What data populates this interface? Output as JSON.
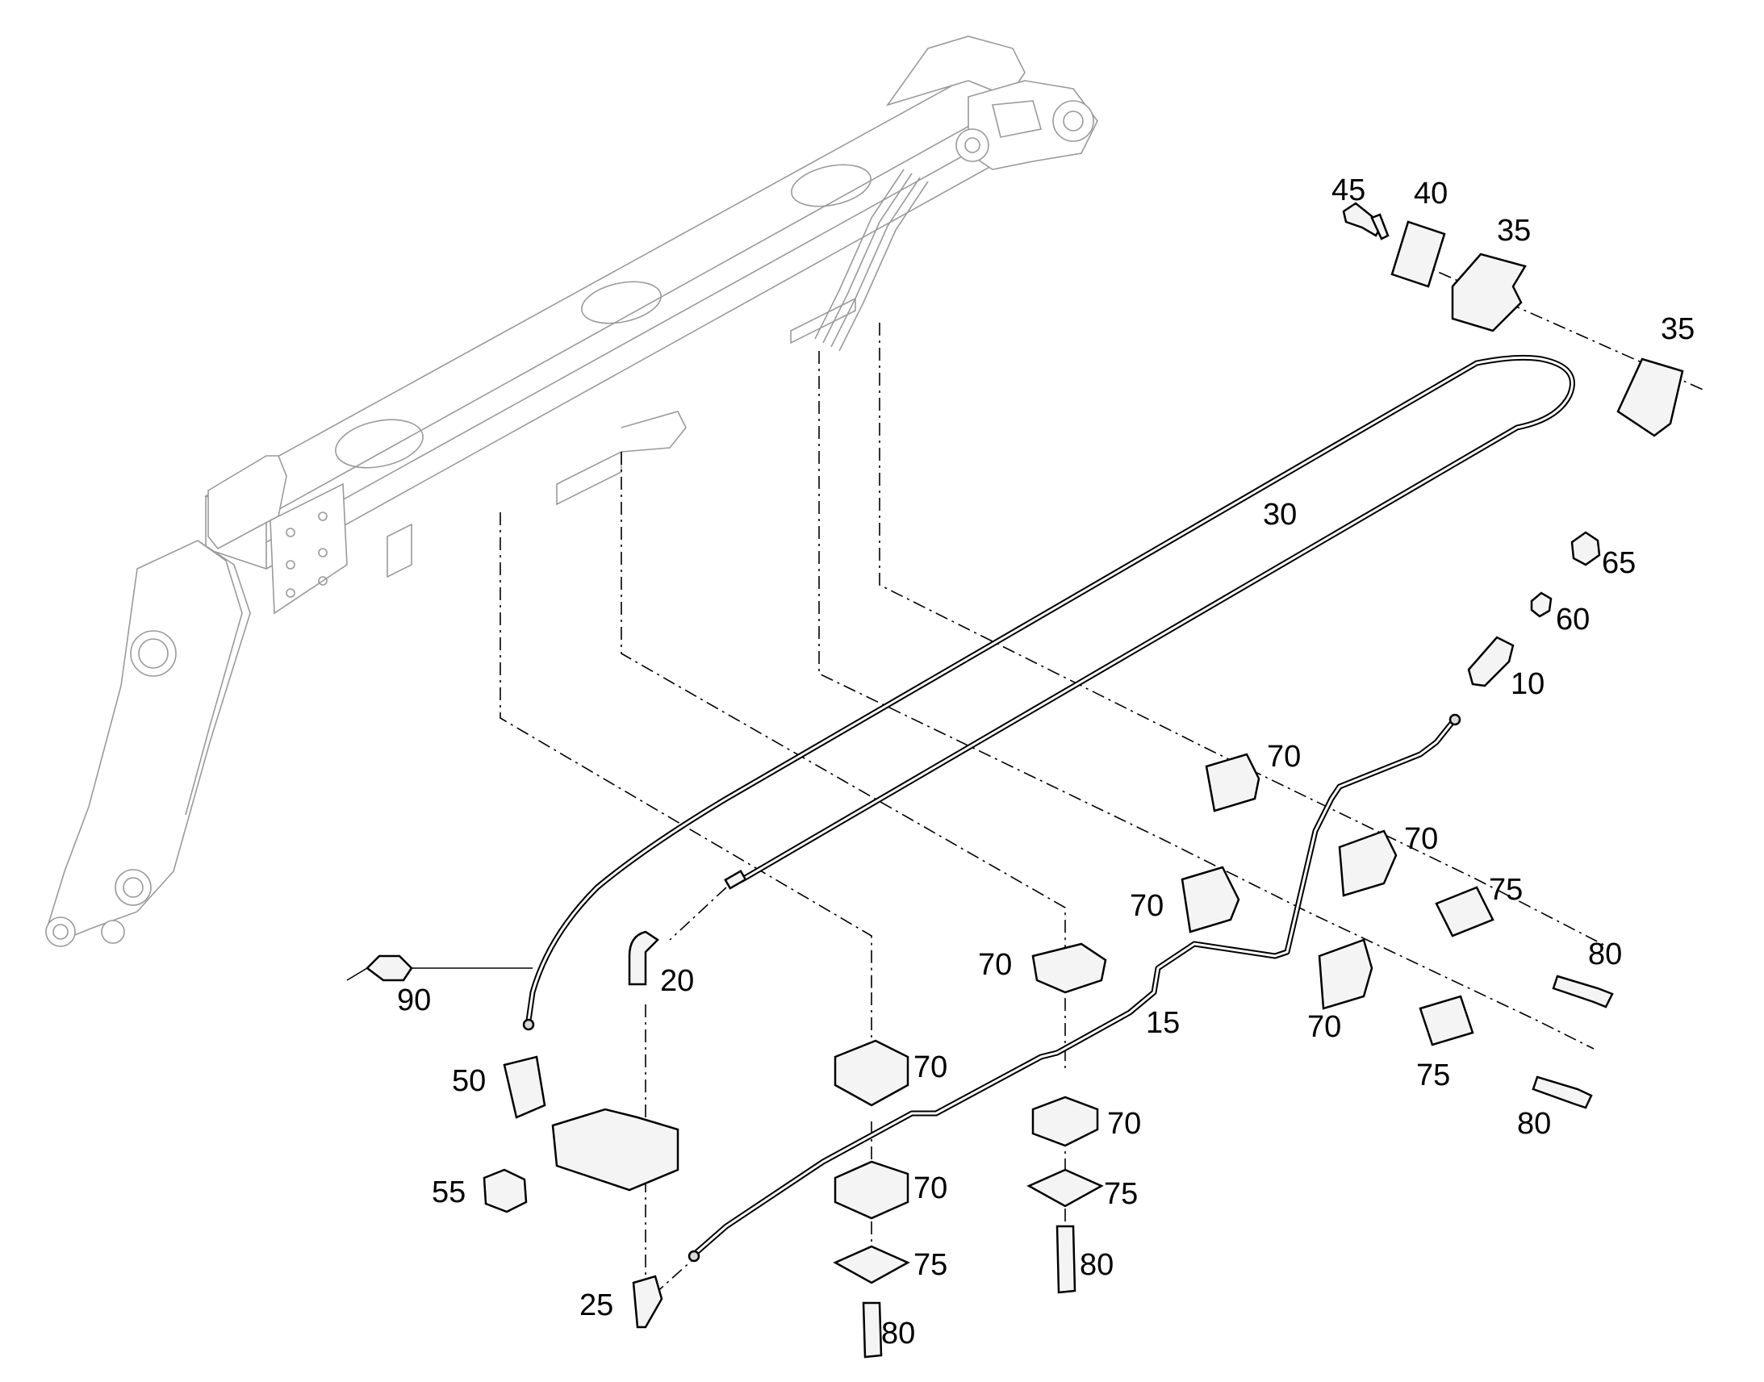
{
  "diagram": {
    "callouts": [
      {
        "id": "c45",
        "text": "45"
      },
      {
        "id": "c40",
        "text": "40"
      },
      {
        "id": "c35a",
        "text": "35"
      },
      {
        "id": "c35b",
        "text": "35"
      },
      {
        "id": "c30",
        "text": "30"
      },
      {
        "id": "c65",
        "text": "65"
      },
      {
        "id": "c60",
        "text": "60"
      },
      {
        "id": "c10",
        "text": "10"
      },
      {
        "id": "c70a",
        "text": "70"
      },
      {
        "id": "c70b",
        "text": "70"
      },
      {
        "id": "c70c",
        "text": "70"
      },
      {
        "id": "c75a",
        "text": "75"
      },
      {
        "id": "c80a",
        "text": "80"
      },
      {
        "id": "c70d",
        "text": "70"
      },
      {
        "id": "c15",
        "text": "15"
      },
      {
        "id": "c70e",
        "text": "70"
      },
      {
        "id": "c75b",
        "text": "75"
      },
      {
        "id": "c80b",
        "text": "80"
      },
      {
        "id": "c90",
        "text": "90"
      },
      {
        "id": "c20",
        "text": "20"
      },
      {
        "id": "c50",
        "text": "50"
      },
      {
        "id": "c55",
        "text": "55"
      },
      {
        "id": "c70f",
        "text": "70"
      },
      {
        "id": "c70g",
        "text": "70"
      },
      {
        "id": "c70h",
        "text": "70"
      },
      {
        "id": "c75c",
        "text": "75"
      },
      {
        "id": "c80c",
        "text": "80"
      },
      {
        "id": "c75d",
        "text": "75"
      },
      {
        "id": "c80d",
        "text": "80"
      },
      {
        "id": "c25",
        "text": "25"
      }
    ]
  }
}
